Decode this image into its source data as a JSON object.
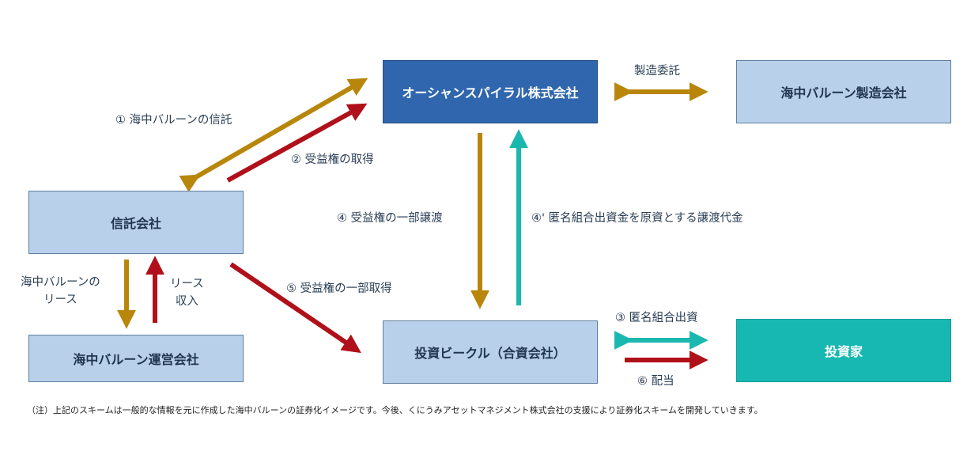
{
  "nodes": {
    "ocean_spiral": "オーシャンスパイラル株式会社",
    "balloon_maker": "海中バルーン製造会社",
    "trust_company": "信託会社",
    "balloon_operator": "海中バルーン運営会社",
    "investment_vehicle": "投資ビークル（合資会社）",
    "investor": "投資家"
  },
  "labels": {
    "manufacturing": "製造委託",
    "step1": "① 海中バルーンの信託",
    "step2": "② 受益権の取得",
    "step4": "④ 受益権の一部譲渡",
    "step4p": "④' 匿名組合出資金を原資とする譲渡代金",
    "lease_line1": "海中バルーンの",
    "lease_line2": "リース",
    "lease_income_line1": "リース",
    "lease_income_line2": "収入",
    "step5": "⑤ 受益権の一部取得",
    "step3": "③ 匿名組合出資",
    "step6": "⑥ 配当"
  },
  "note": "（注）上記のスキームは一般的な情報を元に作成した海中バルーンの証券化イメージです。今後、くにうみアセットマネジメント株式会社の支援により証券化スキームを開発していきます。",
  "colors": {
    "gold": "#b8860b",
    "red": "#b0101a",
    "teal": "#1bb8b0",
    "box_light": "#b8d0ea",
    "box_dark": "#2f66ad",
    "box_teal": "#18b8b2"
  }
}
